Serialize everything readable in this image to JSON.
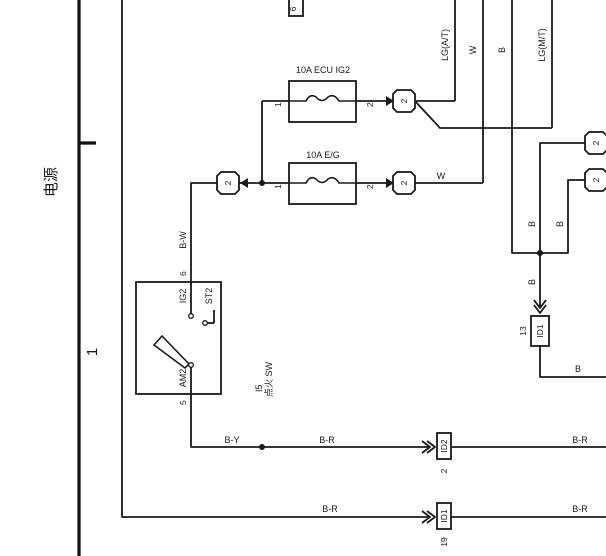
{
  "side_labels": {
    "power": "电源",
    "section": "1"
  },
  "fuses": {
    "ecu_ig2": {
      "label": "10A ECU IG2",
      "pin_left": "1",
      "pin_right": "2"
    },
    "eg": {
      "label": "10A E/G",
      "pin_left": "1",
      "pin_right": "2"
    }
  },
  "connectors": {
    "c_left": "2",
    "c_ecu": "2",
    "c_eg": "2",
    "c_right_top": "2",
    "c_right_mid": "2",
    "id1_top": {
      "label": "ID1",
      "pin": "13"
    },
    "id2": {
      "label": "ID2",
      "pin": "2"
    },
    "id1_bottom": {
      "label": "ID1",
      "pin": "19"
    },
    "top_partial_pin": "6"
  },
  "wires": {
    "lg_at": "LG(A/T)",
    "w_vertical": "W",
    "b_vertical": "B",
    "lg_mt": "LG(M/T)",
    "w_eg": "W",
    "bw": "B-W",
    "b_left": "B",
    "b_right": "B",
    "b_join": "B",
    "b_id1": "B",
    "by": "B-Y",
    "br_mid": "B-R",
    "br_right": "B-R",
    "br_bottom": "B-R",
    "br_bottom_right": "B-R"
  },
  "ignition_switch": {
    "ig2": "IG2",
    "pin6": "6",
    "st2": "ST2",
    "am2": "AM2",
    "pin5": "5",
    "code": "I5",
    "name": "点火 SW"
  }
}
